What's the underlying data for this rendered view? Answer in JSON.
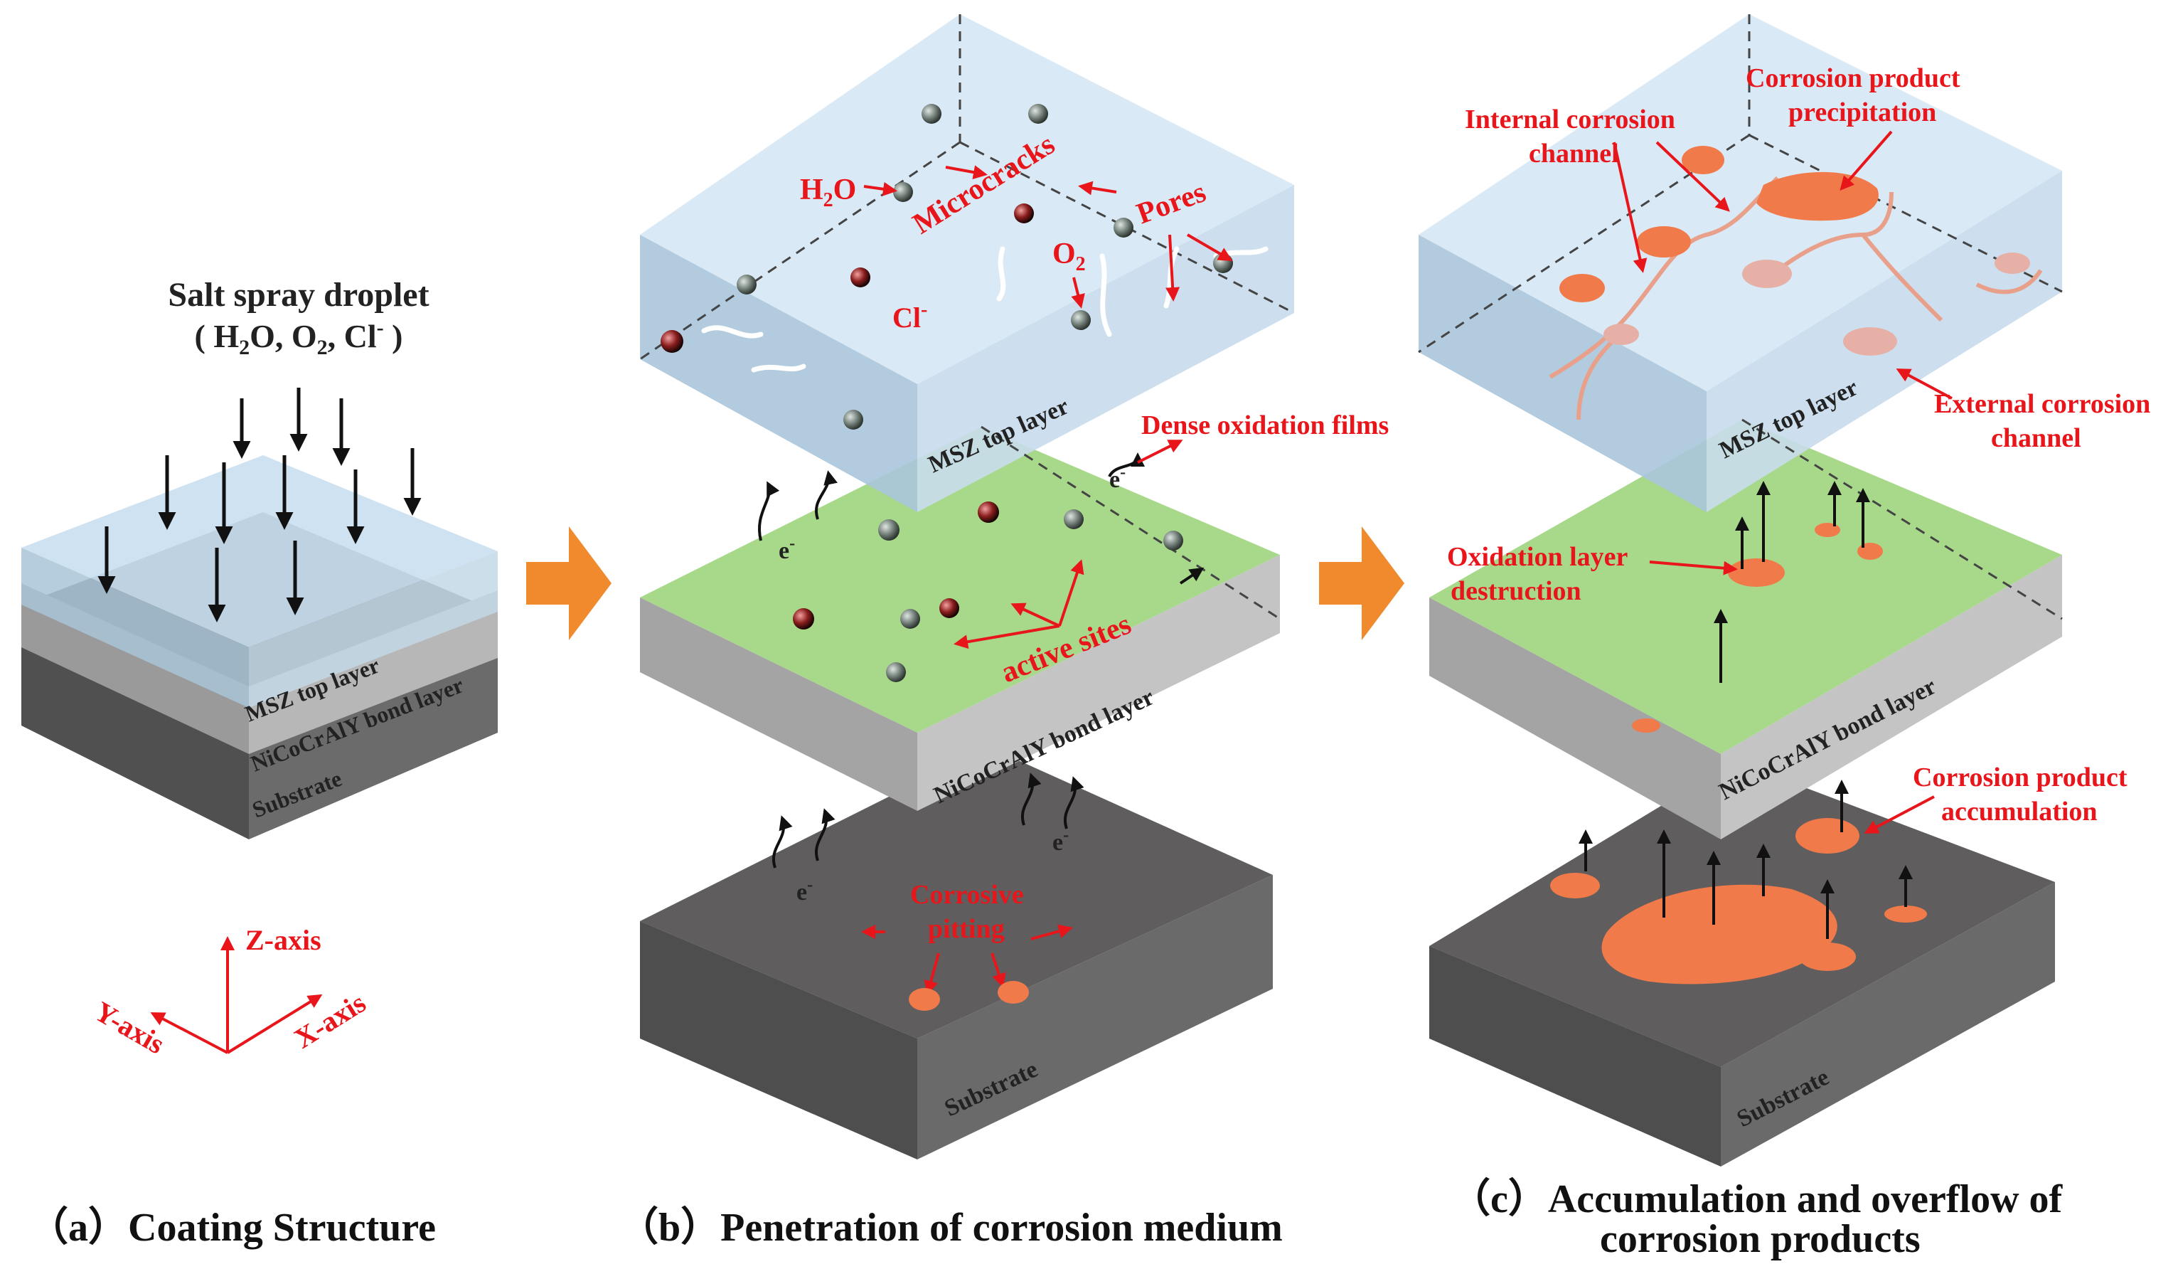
{
  "panel_a": {
    "title_line1": "Salt spray droplet",
    "title_line2_prefix": "( H",
    "title_line2_sub1": "2",
    "title_line2_mid": "O, O",
    "title_line2_sub2": "2",
    "title_line2_end": ", Cl",
    "title_line2_sup": "-",
    "title_line2_close": " )",
    "layer_top": "MSZ top layer",
    "layer_bond": "NiCoCrAlY bond layer",
    "layer_substrate": "Substrate",
    "axis_z": "Z-axis",
    "axis_y": "Y-axis",
    "axis_x": "X-axis",
    "caption": "（a）Coating Structure"
  },
  "panel_b": {
    "h2o": "H",
    "h2o_sub": "2",
    "h2o_end": "O",
    "microcracks": "Microcracks",
    "pores": "Pores",
    "o2": "O",
    "o2_sub": "2",
    "cl": "Cl",
    "cl_sup": "-",
    "layer_top": "MSZ top layer",
    "dense_films": "Dense oxidation films",
    "active_sites": "active sites",
    "electron": "e",
    "electron_sup": "-",
    "layer_bond": "NiCoCrAlY bond layer",
    "corrosive_pitting_1": "Corrosive",
    "corrosive_pitting_2": "pitting",
    "layer_substrate": "Substrate",
    "caption": "（b）Penetration of corrosion medium"
  },
  "panel_c": {
    "internal_channel_1": "Internal corrosion",
    "internal_channel_2": "channel",
    "precipitation_1": "Corrosion product",
    "precipitation_2": "precipitation",
    "layer_top": "MSZ top layer",
    "external_channel_1": "External corrosion",
    "external_channel_2": "channel",
    "oxidation_destruction_1": "Oxidation layer",
    "oxidation_destruction_2": "destruction",
    "layer_bond": "NiCoCrAlY bond layer",
    "accumulation_1": "Corrosion product",
    "accumulation_2": "accumulation",
    "layer_substrate": "Substrate",
    "caption_line1": "（c）Accumulation and overflow of",
    "caption_line2": "corrosion products"
  },
  "colors": {
    "msz_top": "#c9dff0",
    "bond_green": "#a8d98a",
    "bond_side": "#bdbdbd",
    "substrate_top": "#5f5d5d",
    "label_red": "#e8161b",
    "flow_arrow": "#f08a2c",
    "corrosion_product": "#f07a4a"
  }
}
